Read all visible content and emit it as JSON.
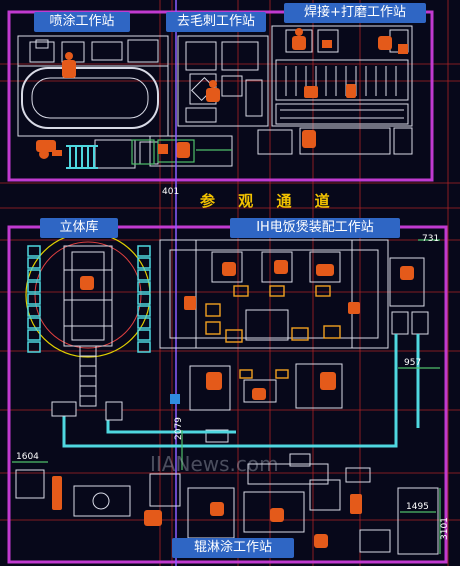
{
  "stations": {
    "spray": "喷涂工作站",
    "deburr": "去毛刺工作站",
    "weld_grind": "焊接+打磨工作站",
    "warehouse": "立体库",
    "ih_assembly": "IH电饭煲装配工作站",
    "roller_coat": "辊淋涂工作站"
  },
  "aisle_label": "参 观 通 道",
  "dimensions": {
    "d401": "401",
    "d731": "731",
    "d957": "957",
    "d2079": "2079",
    "d1604": "1604",
    "d1495": "1495",
    "d3101": "3101"
  },
  "watermark": "IIANews.com",
  "colors": {
    "background": "#07081a",
    "zone_border": "#c03ad0",
    "grid_red": "#d42a2a",
    "drawing_line": "#d8dae6",
    "robot_orange": "#e45a1a",
    "conveyor_cyan": "#4fd8e0",
    "label_blue": "#2f66c4",
    "aisle_yellow": "#f2c200"
  }
}
